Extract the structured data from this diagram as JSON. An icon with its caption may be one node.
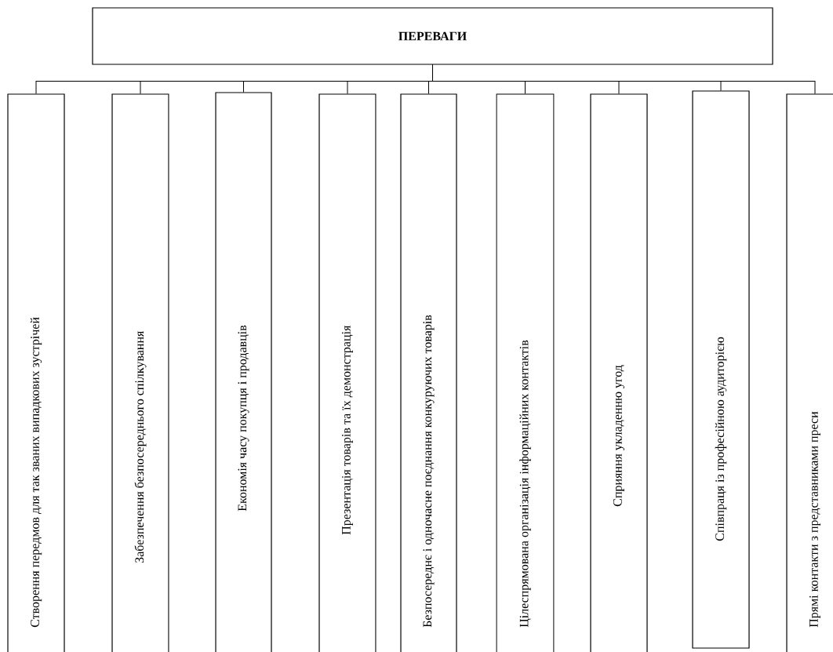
{
  "diagram": {
    "nodes": [
      {
        "text": [
          "ПЕРЕВАГИ"
        ]
      },
      {
        "text": [
          "Створення передмов для так званих випадкових зустрічей"
        ]
      },
      {
        "text": [
          "Забезпечення безпосереднього спілкування"
        ]
      },
      {
        "text": [
          "Економія часу покупця і продавців"
        ]
      },
      {
        "text": [
          "Презентація товарів та їх демонстрація"
        ]
      },
      {
        "text": [
          "Безпосереднє і одночасне поєднання конкуруючих товарів"
        ]
      },
      {
        "text": [
          "Цілеспрямована організація інформаційних контактів"
        ]
      },
      {
        "text": [
          "Сприяння укладенню угод"
        ]
      },
      {
        "text": [
          "Співпраця із професійною аудиторією"
        ]
      },
      {
        "text": [
          "Прямі контакти з представниками преси"
        ]
      }
    ],
    "edges": [
      {
        "from": 0,
        "to": 1,
        "arrow": "none"
      },
      {
        "from": 0,
        "to": 2,
        "arrow": "none"
      },
      {
        "from": 0,
        "to": 3,
        "arrow": "none"
      },
      {
        "from": 0,
        "to": 4,
        "arrow": "none"
      },
      {
        "from": 0,
        "to": 5,
        "arrow": "none"
      },
      {
        "from": 0,
        "to": 6,
        "arrow": "none"
      },
      {
        "from": 0,
        "to": 7,
        "arrow": "none"
      },
      {
        "from": 0,
        "to": 8,
        "arrow": "none"
      },
      {
        "from": 0,
        "to": 9,
        "arrow": "none"
      }
    ]
  }
}
